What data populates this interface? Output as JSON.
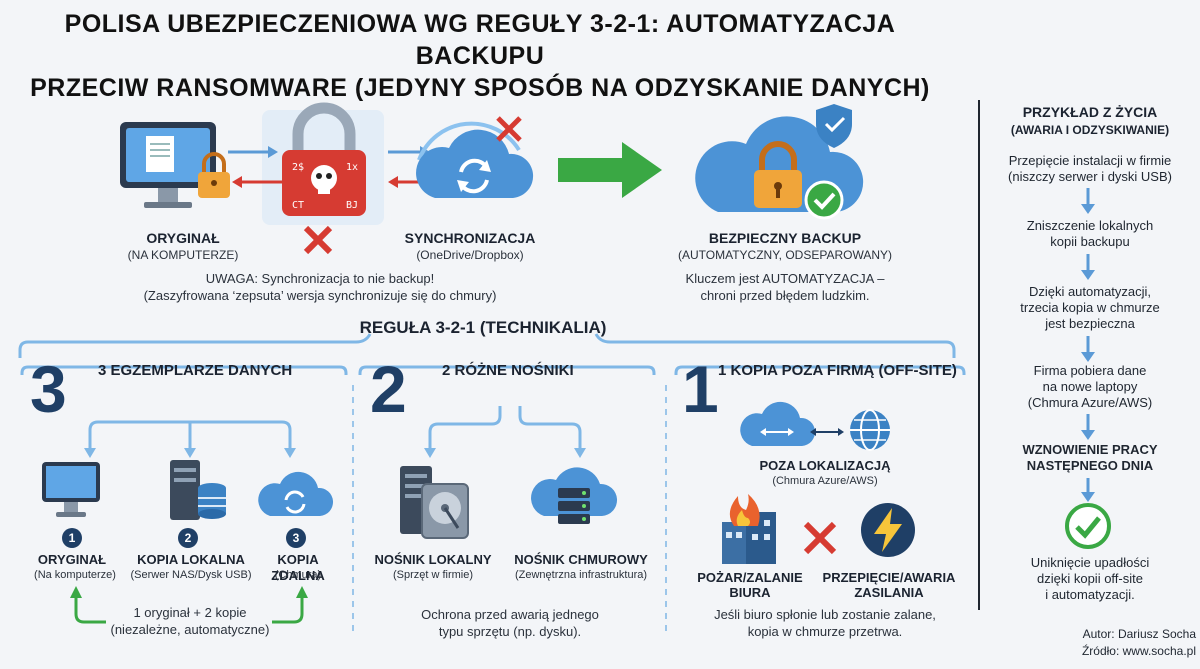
{
  "title_line1": "POLISA UBEZPIECZENIOWA WG REGUŁY 3-2-1: AUTOMATYZACJA BACKUPU",
  "title_line2": "PRZECIW RANSOMWARE (JEDYNY SPOSÓB NA ODZYSKANIE DANYCH)",
  "top": {
    "original_label": "ORYGINAŁ",
    "original_sub": "(NA KOMPUTERZE)",
    "sync_label": "SYNCHRONIZACJA",
    "sync_sub": "(OneDrive/Dropbox)",
    "warning_line1": "UWAGA: Synchronizacja to nie backup!",
    "warning_line2": "(Zaszyfrowana ‘zepsuta’ wersja synchronizuje się do chmury)",
    "safe_label": "BEZPIECZNY BACKUP",
    "safe_sub": "(AUTOMATYCZNY, ODSEPAROWANY)",
    "key_line1": "Kluczem jest AUTOMATYZACJA –",
    "key_line2": "chroni przed błędem ludzkim."
  },
  "rule_title": "REGUŁA 3-2-1 (TECHNIKALIA)",
  "sections": {
    "three": {
      "number": "3",
      "heading": "3 EGZEMPLARZE DANYCH",
      "items": [
        {
          "badge": "1",
          "label": "ORYGINAŁ",
          "sub": "(Na komputerze)"
        },
        {
          "badge": "2",
          "label": "KOPIA LOKALNA",
          "sub": "(Serwer NAS/Dysk USB)"
        },
        {
          "badge": "3",
          "label": "KOPIA ZDALNA",
          "sub": "(Chmura)"
        }
      ],
      "footer_line1": "1 oryginał + 2 kopie",
      "footer_line2": "(niezależne, automatyczne)"
    },
    "two": {
      "number": "2",
      "heading": "2 RÓŻNE NOŚNIKI",
      "items": [
        {
          "label": "NOŚNIK LOKALNY",
          "sub": "(Sprzęt w firmie)"
        },
        {
          "label": "NOŚNIK CHMUROWY",
          "sub": "(Zewnętrzna infrastruktura)"
        }
      ],
      "footer_line1": "Ochrona przed awarią jednego",
      "footer_line2": "typu sprzętu (np. dysku)."
    },
    "one": {
      "number": "1",
      "heading": "1 KOPIA POZA FIRMĄ (OFF-SITE)",
      "offsite_label": "POZA LOKALIZACJĄ",
      "offsite_sub": "(Chmura Azure/AWS)",
      "fire_label1": "POŻAR/ZALANIE",
      "fire_label2": "BIURA",
      "surge_label1": "PRZEPIĘCIE/AWARIA",
      "surge_label2": "ZASILANIA",
      "footer_line1": "Jeśli biuro spłonie lub zostanie zalane,",
      "footer_line2": "kopia w chmurze przetrwa."
    }
  },
  "sidebar": {
    "title": "PRZYKŁAD Z ŻYCIA",
    "subtitle": "(AWARIA I ODZYSKIWANIE)",
    "steps": [
      {
        "lines": [
          "Przepięcie instalacji w firmie",
          "(niszczy serwer i dyski USB)"
        ],
        "bold": false
      },
      {
        "lines": [
          "Zniszczenie lokalnych",
          "kopii backupu"
        ],
        "bold": false
      },
      {
        "lines": [
          "Dzięki automatyzacji,",
          "trzecia kopia w chmurze",
          "jest bezpieczna"
        ],
        "bold": false
      },
      {
        "lines": [
          "Firma pobiera dane",
          "na nowe laptopy",
          "(Chmura Azure/AWS)"
        ],
        "bold": false
      },
      {
        "lines": [
          "WZNOWIENIE PRACY",
          "NASTĘPNEGO DNIA"
        ],
        "bold": true
      },
      {
        "lines": [
          "Uniknięcie upadłości",
          "dzięki kopii off-site",
          "i automatyzacji."
        ],
        "bold": false
      }
    ],
    "author": "Autor: Dariusz Socha",
    "source": "Źródło: www.socha.pl"
  },
  "colors": {
    "navy": "#1f3f66",
    "blue": "#3b82c4",
    "light_blue": "#7fb7e6",
    "red": "#d63b32",
    "green": "#3aa844",
    "orange": "#e9962d"
  }
}
